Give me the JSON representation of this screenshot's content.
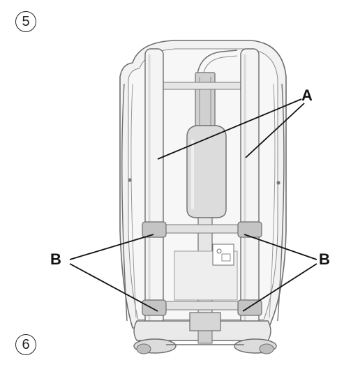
{
  "steps": {
    "first": "5",
    "second": "6"
  },
  "callouts": {
    "a": "A",
    "b_left": "B",
    "b_right": "B"
  },
  "colors": {
    "outline": "#6e6e6e",
    "fill_light": "#f2f2f2",
    "fill_mid": "#dcdcdc",
    "fill_dark": "#c4c4c4",
    "leader_line": "#111111"
  }
}
